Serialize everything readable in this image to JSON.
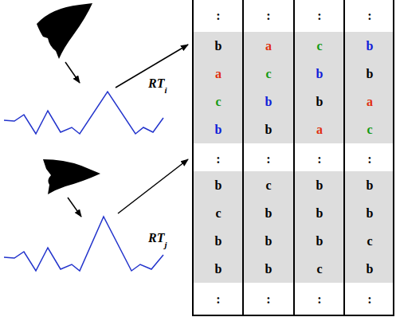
{
  "diagram": {
    "labels": [
      "RT",
      "i",
      "RT",
      "j",
      ":",
      ":",
      ":",
      ":",
      "b",
      "a",
      "c",
      "b",
      "a",
      "c",
      "b",
      "b",
      "c",
      "b",
      "b",
      "a",
      "b",
      "b",
      "a",
      "c",
      ":",
      ":",
      ":",
      ":",
      "b",
      "c",
      "b",
      "b",
      "c",
      "b",
      "b",
      "b",
      "b",
      "b",
      "b",
      "c",
      "b",
      "b",
      "c",
      "b",
      ":",
      ":",
      ":",
      ":"
    ]
  }
}
